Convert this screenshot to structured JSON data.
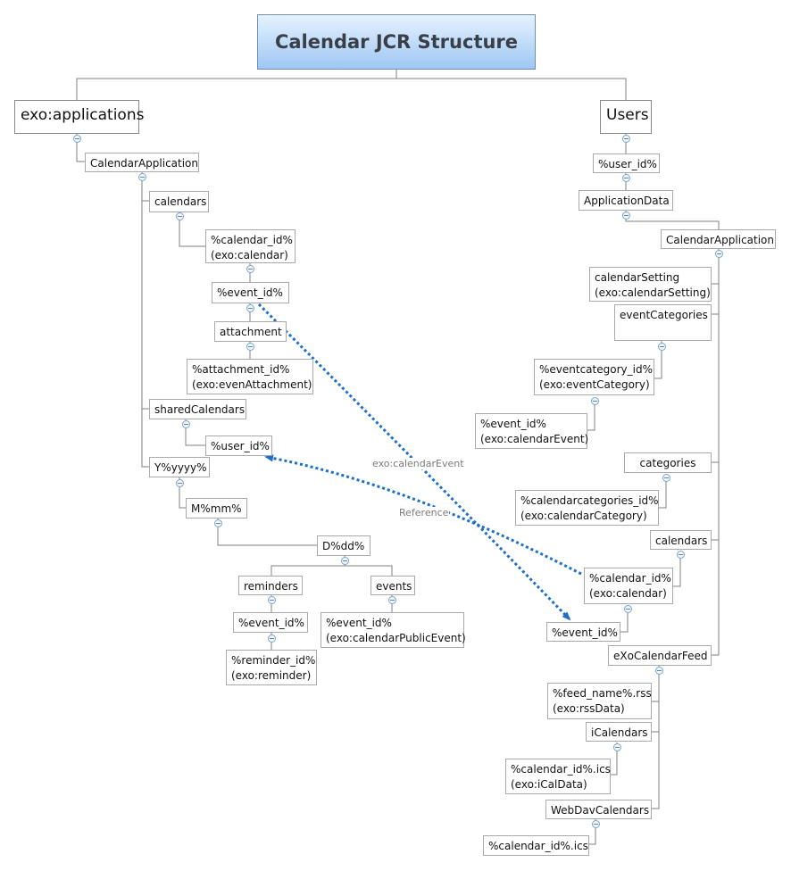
{
  "title": "Calendar JCR Structure",
  "branches": {
    "left": {
      "root": "exo:applications",
      "calendar_application": "CalendarApplication",
      "calendars": "calendars",
      "calendar_id": "%calendar_id%\n(exo:calendar)",
      "event_id": "%event_id%",
      "attachment": "attachment",
      "attachment_id": "%attachment_id%\n(exo:evenAttachment)",
      "shared_calendars": "sharedCalendars",
      "shared_user_id": "%user_id%",
      "year": "Y%yyyy%",
      "month": "M%mm%",
      "day": "D%dd%",
      "reminders": "reminders",
      "reminder_event_id": "%event_id%",
      "reminder_id": "%reminder_id%\n(exo:reminder)",
      "events": "events",
      "public_event_id": "%event_id%\n(exo:calendarPublicEvent)"
    },
    "right": {
      "root": "Users",
      "user_id": "%user_id%",
      "application_data": "ApplicationData",
      "calendar_application": "CalendarApplication",
      "calendar_setting": "calendarSetting\n(exo:calendarSetting)",
      "event_categories": "eventCategories",
      "eventcategory_id": "%eventcategory_id%\n(exo:eventCategory)",
      "category_event_id": "%event_id%\n(exo:calendarEvent)",
      "categories": "categories",
      "calendarcategories_id": "%calendarcategories_id%\n(exo:calendarCategory)",
      "calendars": "calendars",
      "calendar_id": "%calendar_id%\n(exo:calendar)",
      "event_id": "%event_id%",
      "feed": "eXoCalendarFeed",
      "feed_name": "%feed_name%.rss\n(exo:rssData)",
      "icalendars": "iCalendars",
      "ical_id": "%calendar_id%.ics\n(exo:iCalData)",
      "webdav": "WebDavCalendars",
      "webdav_id": "%calendar_id%.ics"
    }
  },
  "relationships": {
    "calendar_event": "exo:calendarEvent",
    "reference": "Reference"
  },
  "colors": {
    "relationship": "#1e6fc8",
    "connector": "#808080",
    "title_gradient_top": "#e6f2ff",
    "title_gradient_bottom": "#9ec7f3"
  }
}
